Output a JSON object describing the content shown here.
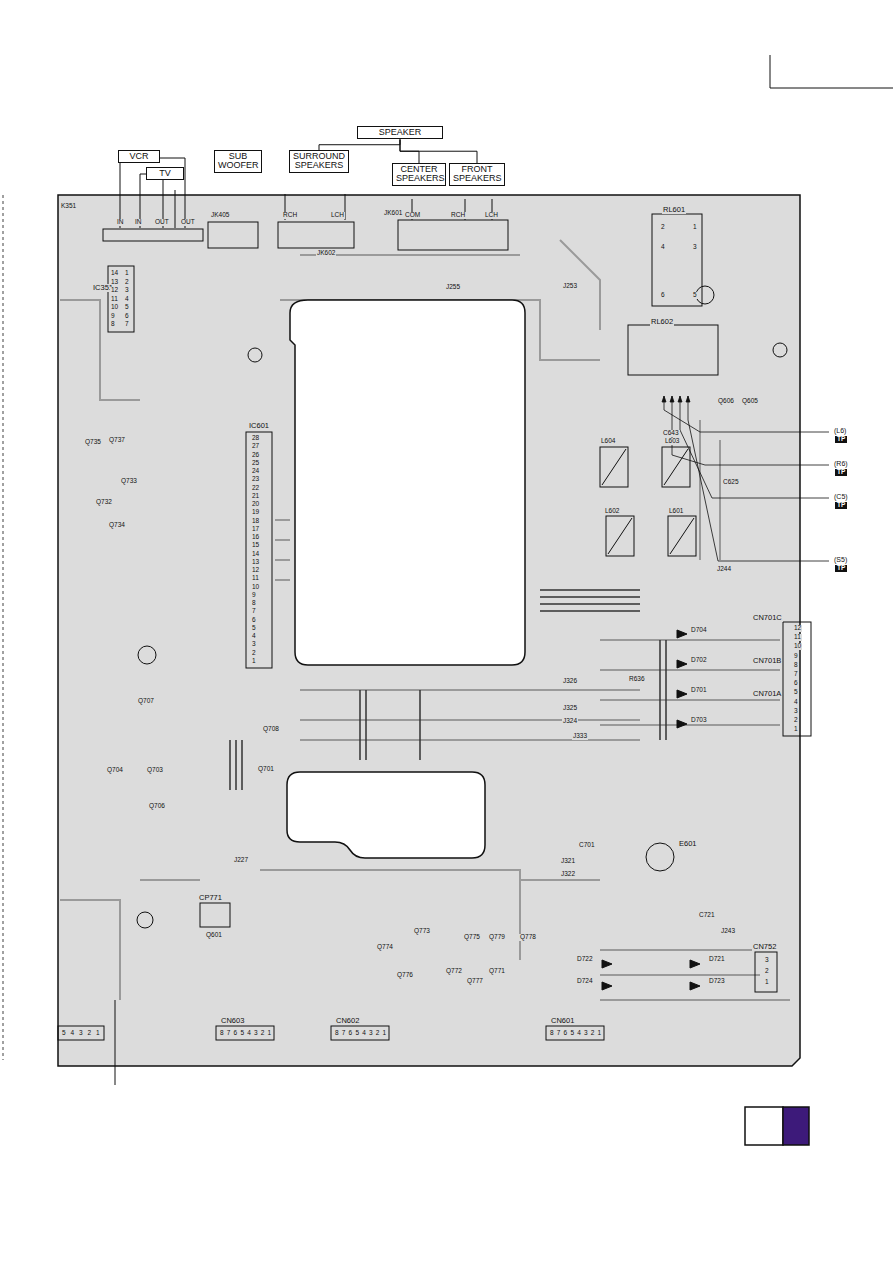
{
  "diagram": {
    "nodes": [
      {
        "text": [
          "SPEAKER"
        ]
      },
      {
        "text": [
          "VCR"
        ]
      },
      {
        "text": [
          "TV"
        ]
      },
      {
        "text": [
          "SUB WOOFER"
        ]
      },
      {
        "text": [
          "SURROUND SPEAKERS"
        ]
      },
      {
        "text": [
          "CENTER SPEAKERS"
        ]
      },
      {
        "text": [
          "FRONT SPEAKERS"
        ]
      }
    ],
    "edges": [
      {
        "from": 0,
        "to": 4,
        "arrow": "none"
      },
      {
        "from": 0,
        "to": 5,
        "arrow": "none"
      },
      {
        "from": 0,
        "to": 6,
        "arrow": "none"
      }
    ],
    "labels": [
      "K351",
      "IN",
      "IN",
      "OUT",
      "OUT",
      "JK405",
      "RCH",
      "LCH",
      "JK602",
      "JK601",
      "COM",
      "RCH",
      "LCH",
      "RL601",
      "RL602",
      "IC351",
      "IC601",
      "(L6)",
      "TP",
      "(R6)",
      "TP",
      "(C5)",
      "TP",
      "(S5)",
      "TP",
      "CN701C",
      "CN701B",
      "CN701A",
      "CP771",
      "CN603",
      "CN602",
      "CN601",
      "CN752",
      "E601",
      "Q735",
      "Q737",
      "Q733",
      "Q732",
      "Q734",
      "Q704",
      "Q703",
      "Q706",
      "Q707",
      "Q701",
      "Q708",
      "Q601",
      "Q774",
      "Q773",
      "Q775",
      "Q776",
      "Q772",
      "Q777",
      "Q771",
      "Q779",
      "Q778",
      "Q606",
      "Q605",
      "L604",
      "L603",
      "L602",
      "L601",
      "D704",
      "D702",
      "D701",
      "D703",
      "D722",
      "D721",
      "D724",
      "D723",
      "J326",
      "J325",
      "J324",
      "J333",
      "J253",
      "J255",
      "J227",
      "J321",
      "J322",
      "J244",
      "J243",
      "R636",
      "C701",
      "C721",
      "C625",
      "C643",
      "28",
      "27",
      "26",
      "25",
      "24",
      "23",
      "22",
      "21",
      "20",
      "19",
      "18",
      "17",
      "16",
      "15",
      "14",
      "13",
      "12",
      "11",
      "10",
      "9",
      "8",
      "7",
      "6",
      "5",
      "4",
      "3",
      "2",
      "1",
      "14",
      "13",
      "12",
      "11",
      "10",
      "9",
      "8",
      "1",
      "2",
      "3",
      "4",
      "5",
      "6",
      "7",
      "12",
      "11",
      "10",
      "9",
      "8",
      "7",
      "6",
      "5",
      "4",
      "3",
      "2",
      "1",
      "3",
      "2",
      "1",
      "8",
      "7",
      "6",
      "5",
      "4",
      "3",
      "2",
      "1",
      "8",
      "7",
      "6",
      "5",
      "4",
      "3",
      "2",
      "1",
      "8",
      "7",
      "6",
      "5",
      "4",
      "3",
      "2",
      "1",
      "5",
      "4",
      "3",
      "2",
      "1",
      "2",
      "1",
      "4",
      "3",
      "6",
      "5"
    ]
  }
}
